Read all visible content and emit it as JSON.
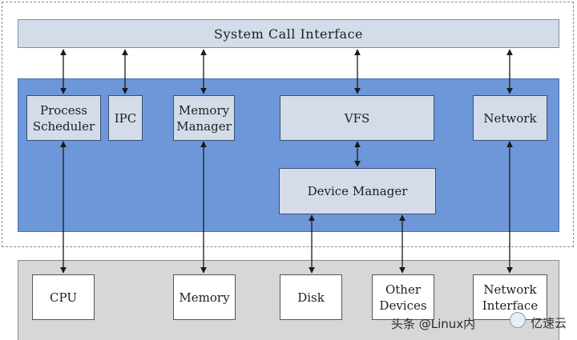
{
  "system_call_interface": "System Call Interface",
  "kernel": {
    "process_scheduler": "Process\nScheduler",
    "ipc": "IPC",
    "memory_manager": "Memory\nManager",
    "vfs": "VFS",
    "network": "Network",
    "device_manager": "Device Manager"
  },
  "hardware": {
    "cpu": "CPU",
    "memory": "Memory",
    "disk": "Disk",
    "other_devices": "Other\nDevices",
    "network_interface": "Network\nInterface"
  },
  "watermark": {
    "text": "头条 @Linux内",
    "logo_text": "亿速云"
  },
  "colors": {
    "kernel_band": "#6d97d8",
    "component_fill": "#d3dce8",
    "hardware_band": "#d7d7d7"
  }
}
